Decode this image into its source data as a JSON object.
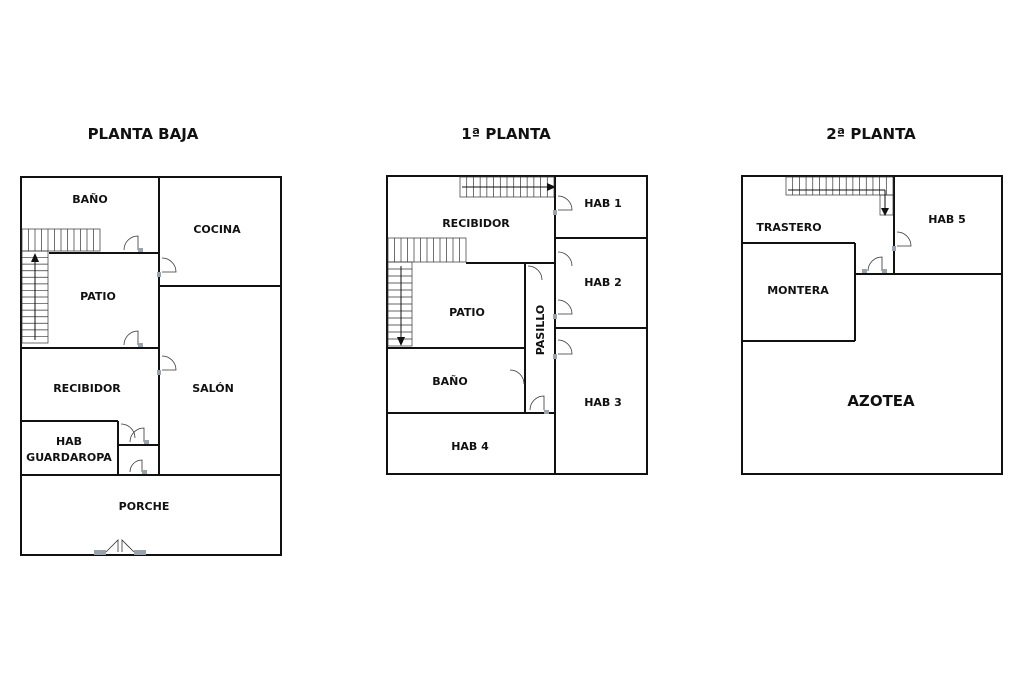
{
  "floors": {
    "ground": {
      "title": "PLANTA BAJA",
      "rooms": {
        "bano": "BAÑO",
        "cocina": "COCINA",
        "patio": "PATIO",
        "recibidor": "RECIBIDOR",
        "salon": "SALÓN",
        "hab_line1": "HAB",
        "hab_line2": "GUARDAROPA",
        "porche": "PORCHE"
      }
    },
    "first": {
      "title": "1ª PLANTA",
      "rooms": {
        "recibidor": "RECIBIDOR",
        "hab1": "HAB 1",
        "hab2": "HAB 2",
        "patio": "PATIO",
        "pasillo": "PASILLO",
        "bano": "BAÑO",
        "hab3": "HAB 3",
        "hab4": "HAB 4"
      }
    },
    "second": {
      "title": "2ª PLANTA",
      "rooms": {
        "trastero": "TRASTERO",
        "hab5": "HAB 5",
        "montera": "MONTERA",
        "azotea": "AZOTEA"
      }
    }
  },
  "colors": {
    "wall": "#111111",
    "door_jamb": "#9aa3ab",
    "background": "#ffffff"
  }
}
